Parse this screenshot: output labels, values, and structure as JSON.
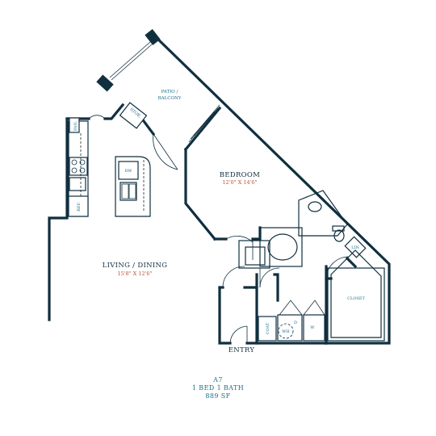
{
  "unit": {
    "name": "A7",
    "beds_baths": "1 BED  1 BATH",
    "area": "889 SF"
  },
  "rooms": {
    "patio_line1": "PATIO /",
    "patio_line2": "BALCONY",
    "bedroom": "BEDROOM",
    "bedroom_dim": "12'0\" X 14'6\"",
    "living": "LIVING / DINING",
    "living_dim": "15'8\" X 12'6\"",
    "closet": "CLOSET",
    "entry": "ENTRY"
  },
  "fixtures": {
    "pantry": "PAN.",
    "refrigerator": "REF.",
    "dishwasher": "DW",
    "storage": "STOR.",
    "linen": "LIN",
    "coat": "COAT",
    "water_heater": "WH",
    "dryer": "D",
    "washer": "W"
  },
  "colors": {
    "wall": "#102f3f",
    "label": "#1f6e8c",
    "dimension": "#c0533a",
    "background": "#ffffff"
  }
}
